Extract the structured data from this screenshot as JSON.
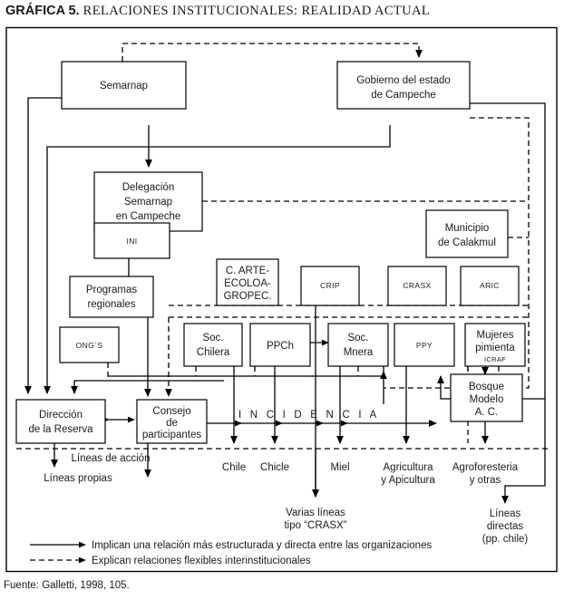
{
  "title": {
    "lead": "GRÁFICA 5.",
    "rest": "RELACIONES INSTITUCIONALES: REALIDAD ACTUAL"
  },
  "source": "Fuente: Galletti, 1998, 105.",
  "colors": {
    "ink": "#1a1a1a",
    "line": "#000000",
    "paper": "#ffffff"
  },
  "nodes": {
    "semarnap": "Semarnap",
    "gobierno_l1": "Gobierno del estado",
    "gobierno_l2": "de Campeche",
    "delegacion_l1": "Delegación",
    "delegacion_l2": "Semarnap",
    "delegacion_l3": "en Campeche",
    "ini": "INI",
    "municipio_l1": "Municipio",
    "municipio_l2": "de Calakmul",
    "programas_l1": "Programas",
    "programas_l2": "regionales",
    "ongs": "ONG´S",
    "cart_l1": "C. ARTE-",
    "cart_l2": "ECOLOA-",
    "cart_l3": "GROPEC.",
    "crip": "CRIP",
    "crasx": "CRASX",
    "aric": "ARIC",
    "soc_chilera_l1": "Soc.",
    "soc_chilera_l2": "Chilera",
    "ppch": "PPCh",
    "soc_mnera_l1": "Soc.",
    "soc_mnera_l2": "Mnera",
    "ppy": "PPY",
    "mujeres_l1": "Mujeres",
    "mujeres_l2": "pimienta",
    "mujeres_l3": "ICRAF",
    "direccion_l1": "Dirección",
    "direccion_l2": "de la Reserva",
    "consejo_l1": "Consejo",
    "consejo_l2": "de",
    "consejo_l3": "participantes",
    "bosque_l1": "Bosque",
    "bosque_l2": "Modelo",
    "bosque_l3": "A. C."
  },
  "flow_labels": {
    "incidencia": "I N C I D E N C I A",
    "lineas_accion": "Líneas de acción",
    "lineas_propias": "Líneas propias",
    "chile": "Chile",
    "chicle": "Chicle",
    "miel": "Miel",
    "agricultura_l1": "Agricultura",
    "agricultura_l2": "y Apicultura",
    "agroforesteria_l1": "Agroforesteria",
    "agroforesteria_l2": "y otras",
    "varias_l1": "Varias líneas",
    "varias_l2": "tipo “CRASX”",
    "lineas_directas_l1": "Líneas",
    "lineas_directas_l2": "directas",
    "lineas_directas_l3": "(pp. chile)"
  },
  "legend": {
    "solid": "Implican una relación más estructurada y directa entre las organizaciones",
    "dashed": "Explican relaciones flexibles interinstitucionales"
  }
}
